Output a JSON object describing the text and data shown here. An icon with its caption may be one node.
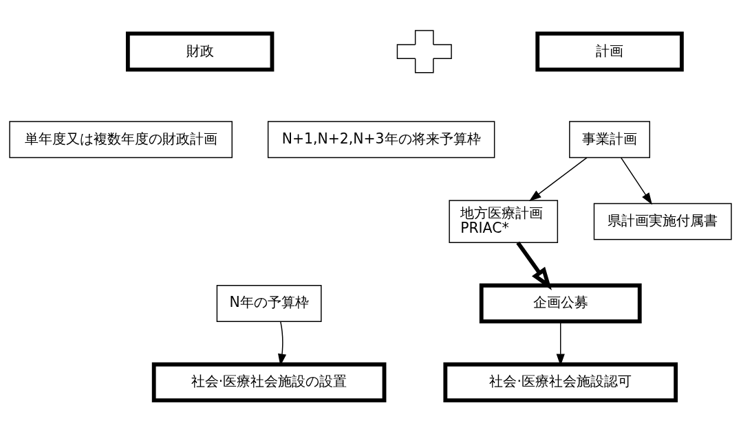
{
  "diagram": {
    "nodes": [
      {
        "text": [
          "財政"
        ]
      },
      {
        "text": [],
        "shape": "plus"
      },
      {
        "text": [
          "計画"
        ]
      },
      {
        "text": [
          "単年度又は複数年度の財政計画"
        ]
      },
      {
        "text": [
          "N+1,N+2,N+3年の将来予算枠"
        ]
      },
      {
        "text": [
          "事業計画"
        ]
      },
      {
        "text": [
          "地方医療計画 PRIAC*"
        ]
      },
      {
        "text": [
          "県計画実施付属書"
        ]
      },
      {
        "text": [
          "N年の予算枠"
        ]
      },
      {
        "text": [
          "企画公募"
        ]
      },
      {
        "text": [
          "社会·医療社会施設の設置"
        ]
      },
      {
        "text": [
          "社会·医療社会施設認可"
        ]
      }
    ],
    "edges": [
      {
        "from": 5,
        "to": 6,
        "arrow": "to"
      },
      {
        "from": 5,
        "to": 7,
        "arrow": "to"
      },
      {
        "from": 6,
        "to": 9,
        "arrow": "to",
        "style": "thick"
      },
      {
        "from": 8,
        "to": 10,
        "arrow": "to"
      },
      {
        "from": 9,
        "to": 11,
        "arrow": "to"
      }
    ]
  }
}
